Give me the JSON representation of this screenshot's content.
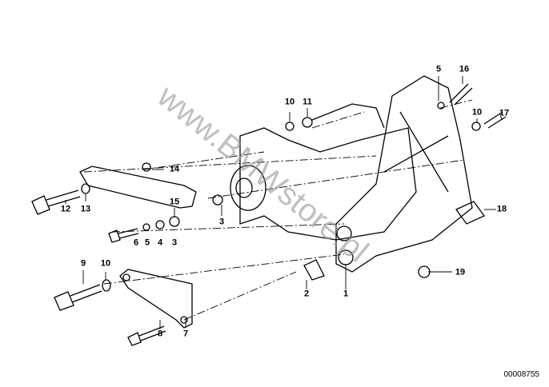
{
  "diagram": {
    "labels": [
      {
        "id": "10a",
        "text": "10"
      },
      {
        "id": "11",
        "text": "11"
      },
      {
        "id": "5a",
        "text": "5"
      },
      {
        "id": "16",
        "text": "16"
      },
      {
        "id": "10b",
        "text": "10"
      },
      {
        "id": "17",
        "text": "17"
      },
      {
        "id": "14",
        "text": "14"
      },
      {
        "id": "15",
        "text": "15"
      },
      {
        "id": "12",
        "text": "12"
      },
      {
        "id": "13",
        "text": "13"
      },
      {
        "id": "3a",
        "text": "3"
      },
      {
        "id": "6",
        "text": "6"
      },
      {
        "id": "5b",
        "text": "5"
      },
      {
        "id": "4",
        "text": "4"
      },
      {
        "id": "3b",
        "text": "3"
      },
      {
        "id": "18",
        "text": "18"
      },
      {
        "id": "9",
        "text": "9"
      },
      {
        "id": "10c",
        "text": "10"
      },
      {
        "id": "2",
        "text": "2"
      },
      {
        "id": "1",
        "text": "1"
      },
      {
        "id": "19",
        "text": "19"
      },
      {
        "id": "8",
        "text": "8"
      },
      {
        "id": "7",
        "text": "7"
      }
    ],
    "catalog_number": "00008755",
    "watermark": "www.BMWstore.pl"
  }
}
